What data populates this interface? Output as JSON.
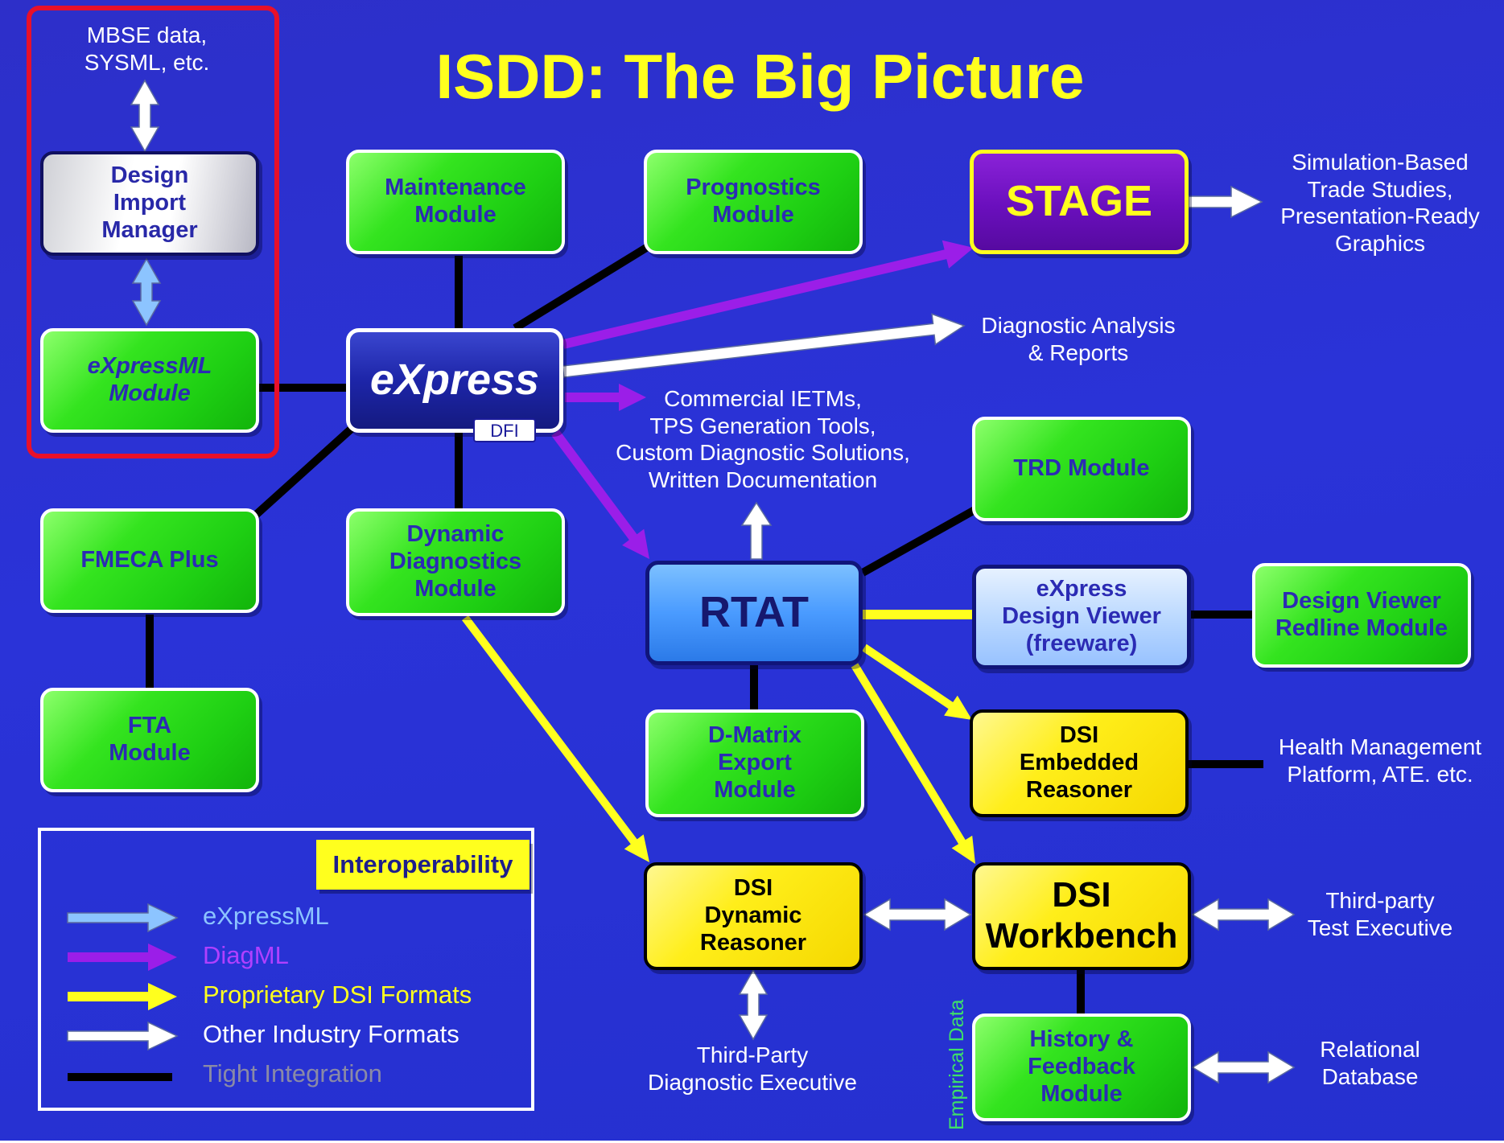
{
  "title": "ISDD: The Big Picture",
  "colors": {
    "background": "#2a33d8",
    "green_module": "#22d414",
    "module_text": "#2b2bb4",
    "yellow_box": "#ffee1a",
    "stage_purple": "#6a0fbd",
    "rtat_blue": "#4a9bff",
    "highlight_red": "#e8102a",
    "empirical_green": "#3ee068"
  },
  "links": {
    "expressml": "#8cc4ff",
    "diagml": "#9b1ee8",
    "proprietary": "#ffff1e",
    "other_formats": "#ffffff",
    "tight": "#000000"
  },
  "nodes": {
    "mbse_data": "MBSE data,\nSYSML, etc.",
    "design_import": "Design\nImport\nManager",
    "expressml_module": "eXpressML\nModule",
    "maintenance": "Maintenance\nModule",
    "prognostics": "Prognostics\nModule",
    "express": "eXpress",
    "dfi": "DFI",
    "stage": "STAGE",
    "stage_outputs": "Simulation-Based\nTrade Studies,\nPresentation-Ready\nGraphics",
    "diagnostic_analysis": "Diagnostic Analysis\n& Reports",
    "commercial_ietms": "Commercial IETMs,\nTPS Generation Tools,\nCustom Diagnostic Solutions,\nWritten Documentation",
    "fmeca_plus": "FMECA Plus",
    "fta_module": "FTA\nModule",
    "dynamic_diagnostics": "Dynamic\nDiagnostics\nModule",
    "trd_module": "TRD Module",
    "rtat": "RTAT",
    "express_viewer": "eXpress\nDesign Viewer\n(freeware)",
    "design_viewer_redline": "Design Viewer\nRedline Module",
    "dmatrix_export": "D-Matrix\nExport\nModule",
    "dsi_embedded": "DSI\nEmbedded\nReasoner",
    "health_mgmt": "Health Management\nPlatform, ATE. etc.",
    "dsi_dynamic": "DSI\nDynamic\nReasoner",
    "dsi_workbench": "DSI\nWorkbench",
    "third_party_test": "Third-party\nTest Executive",
    "third_party_diag": "Third-Party\nDiagnostic Executive",
    "empirical_data": "Empirical Data",
    "history_feedback": "History &\nFeedback\nModule",
    "relational_db": "Relational\nDatabase"
  },
  "legend": {
    "title": "Interoperability",
    "items": [
      {
        "label": "eXpressML",
        "color": "#8cc4ff",
        "kind": "arrow"
      },
      {
        "label": "DiagML",
        "color": "#9b1ee8",
        "kind": "arrow"
      },
      {
        "label": "Proprietary DSI Formats",
        "color": "#ffff1e",
        "kind": "arrow"
      },
      {
        "label": "Other Industry Formats",
        "color": "#ffffff",
        "kind": "arrow"
      },
      {
        "label": "Tight Integration",
        "color": "#000000",
        "kind": "line",
        "text_color": "#8a8aa6"
      }
    ]
  }
}
